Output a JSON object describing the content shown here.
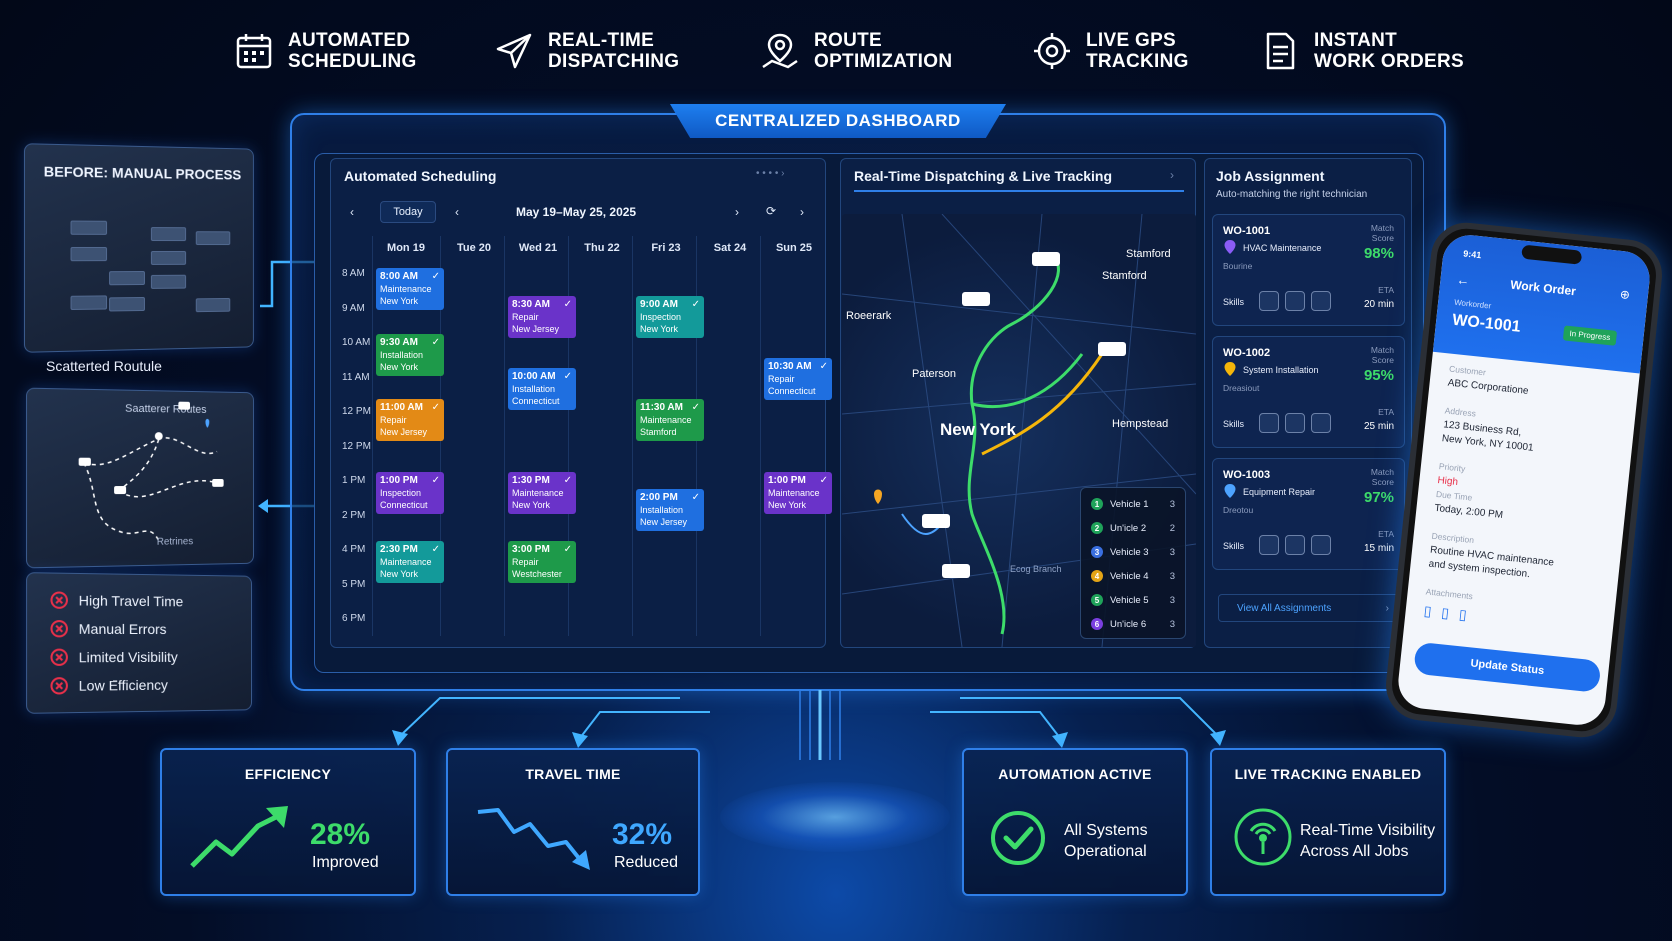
{
  "features": [
    {
      "label": "AUTOMATED\nSCHEDULING",
      "icon": "calendar-icon"
    },
    {
      "label": "REAL-TIME\nDISPATCHING",
      "icon": "send-icon"
    },
    {
      "label": "ROUTE\nOPTIMIZATION",
      "icon": "route-pin-icon"
    },
    {
      "label": "LIVE GPS\nTRACKING",
      "icon": "target-icon"
    },
    {
      "label": "INSTANT\nWORK ORDERS",
      "icon": "document-icon"
    }
  ],
  "before": {
    "title": "BEFORE: MANUAL PROCESS",
    "scatter_label": "Scatterted Routule",
    "map_label_top": "Saatterer Routes",
    "map_label_bottom": "Retrines",
    "issues": [
      "High Travel Time",
      "Manual Errors",
      "Limited Visibility",
      "Low Efficiency"
    ]
  },
  "dashboard": {
    "title": "CENTRALIZED DASHBOARD",
    "scheduling": {
      "title": "Automated Scheduling",
      "today": "Today",
      "range": "May 19–May 25, 2025",
      "days": [
        "Mon 19",
        "Tue 20",
        "Wed 21",
        "Thu 22",
        "Fri 23",
        "Sat 24",
        "Sun 25"
      ],
      "times": [
        "8 AM",
        "9 AM",
        "10 AM",
        "11 AM",
        "12 PM",
        "12 PM",
        "1 PM",
        "2 PM",
        "4 PM",
        "5 PM",
        "6 PM"
      ],
      "events": [
        {
          "time": "8:00 AM",
          "type": "Maintenance",
          "loc": "New York",
          "color": "blue",
          "day": 0
        },
        {
          "time": "9:30 AM",
          "type": "Installation",
          "loc": "New York",
          "color": "green",
          "day": 0
        },
        {
          "time": "11:00 AM",
          "type": "Repair",
          "loc": "New Jersey",
          "color": "orange",
          "day": 0
        },
        {
          "time": "1:00 PM",
          "type": "Inspection",
          "loc": "Connecticut",
          "color": "purple",
          "day": 0
        },
        {
          "time": "2:30 PM",
          "type": "Maintenance",
          "loc": "New York",
          "color": "teal",
          "day": 0
        },
        {
          "time": "8:30 AM",
          "type": "Repair",
          "loc": "New Jersey",
          "color": "purple",
          "day": 2
        },
        {
          "time": "10:00 AM",
          "type": "Installation",
          "loc": "Connecticut",
          "color": "blue",
          "day": 2
        },
        {
          "time": "1:30 PM",
          "type": "Maintenance",
          "loc": "New York",
          "color": "purple",
          "day": 2
        },
        {
          "time": "3:00 PM",
          "type": "Repair",
          "loc": "Westchester",
          "color": "green",
          "day": 2
        },
        {
          "time": "9:00 AM",
          "type": "Inspection",
          "loc": "New York",
          "color": "teal",
          "day": 4
        },
        {
          "time": "11:30 AM",
          "type": "Maintenance",
          "loc": "Stamford",
          "color": "green",
          "day": 4
        },
        {
          "time": "2:00 PM",
          "type": "Installation",
          "loc": "New Jersey",
          "color": "blue",
          "day": 4
        },
        {
          "time": "10:30 AM",
          "type": "Repair",
          "loc": "Connecticut",
          "color": "blue",
          "day": 6
        },
        {
          "time": "1:00 PM",
          "type": "Maintenance",
          "loc": "New York",
          "color": "purple",
          "day": 6
        }
      ]
    },
    "dispatch": {
      "title": "Real-Time Dispatching & Live Tracking",
      "cities": {
        "stamford1": "Stamford",
        "stamford2": "Stamford",
        "roeerark": "Roeerark",
        "paterson": "Paterson",
        "newyork": "New York",
        "hempstead": "Hempstead",
        "ecogbranch": "Ecog Branch"
      },
      "vehicles": [
        {
          "name": "Vehicle 1",
          "n": "1",
          "count": "3",
          "color": "#1fa35a"
        },
        {
          "name": "Un'icle 2",
          "n": "2",
          "count": "2",
          "color": "#1fa35a"
        },
        {
          "name": "Vehicle 3",
          "n": "3",
          "count": "3",
          "color": "#3a6fe0"
        },
        {
          "name": "Vehicle 4",
          "n": "4",
          "count": "3",
          "color": "#e3a416"
        },
        {
          "name": "Vehicle 5",
          "n": "5",
          "count": "3",
          "color": "#1fa35a"
        },
        {
          "name": "Un'icle 6",
          "n": "6",
          "count": "3",
          "color": "#7a3fe0"
        }
      ]
    },
    "jobs": {
      "title": "Job Assignment",
      "subtitle": "Auto-matching the right technician",
      "match_label": "Match",
      "score_label": "Score",
      "eta_label": "ETA",
      "skills_label": "Skills",
      "items": [
        {
          "id": "WO-1001",
          "service": "HVAC Maintenance",
          "sub": "Bourine",
          "pct": "98%",
          "eta": "20 min",
          "pin": "#8b5cf6"
        },
        {
          "id": "WO-1002",
          "service": "System Installation",
          "sub": "Dreasiout",
          "pct": "95%",
          "eta": "25 min",
          "pin": "#f5b60a"
        },
        {
          "id": "WO-1003",
          "service": "Equipment Repair",
          "sub": "Dreotou",
          "pct": "97%",
          "eta": "15 min",
          "pin": "#4da3ff"
        }
      ],
      "view_all": "View All Assignments"
    }
  },
  "phone": {
    "status_time": "9:41",
    "header": "Work Order",
    "sub_label": "Workorder",
    "wo": "WO-1001",
    "badge": "In Progress",
    "customer_label": "Customer",
    "customer": "ABC Corporatione",
    "address_label": "Address",
    "address1": "123 Business Rd,",
    "address2": "New York, NY 10001",
    "priority_label": "Priority",
    "priority": "High",
    "due_label": "Due Time",
    "due": "Today, 2:00 PM",
    "desc_label": "Description",
    "desc1": "Routine HVAC maintenance",
    "desc2": "and system inspection.",
    "attach_label": "Attachments",
    "button": "Update Status"
  },
  "stats": {
    "efficiency": {
      "title": "EFFICIENCY",
      "pct": "28%",
      "sub": "Improved"
    },
    "travel": {
      "title": "TRAVEL TIME",
      "pct": "32%",
      "sub": "Reduced"
    },
    "automation": {
      "title": "AUTOMATION ACTIVE",
      "line1": "All Systems",
      "line2": "Operational"
    },
    "tracking": {
      "title": "LIVE TRACKING ENABLED",
      "line1": "Real-Time Visibility",
      "line2": "Across All Jobs"
    }
  },
  "colors": {
    "accent": "#2f7fe8",
    "green": "#3ddc6a",
    "blue_pct": "#3fa8ff"
  }
}
